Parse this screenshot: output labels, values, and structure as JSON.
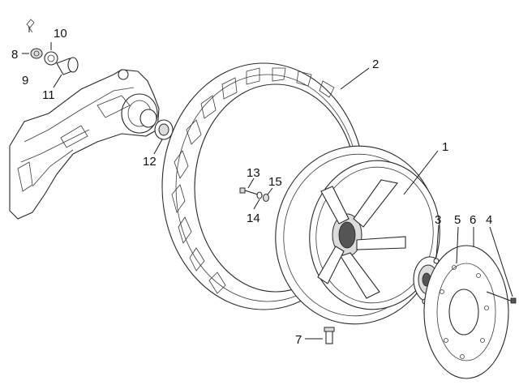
{
  "callouts": {
    "c1": "1",
    "c2": "2",
    "c3": "3",
    "c4": "4",
    "c5": "5",
    "c6": "6",
    "c7": "7",
    "c8": "8",
    "c9": "9",
    "c10": "10",
    "c11": "11",
    "c12": "12",
    "c13": "13",
    "c14": "14",
    "c15": "15"
  },
  "colors": {
    "line": "#1a1a1a",
    "fill": "#ffffff",
    "shade": "#dcdcdc"
  }
}
